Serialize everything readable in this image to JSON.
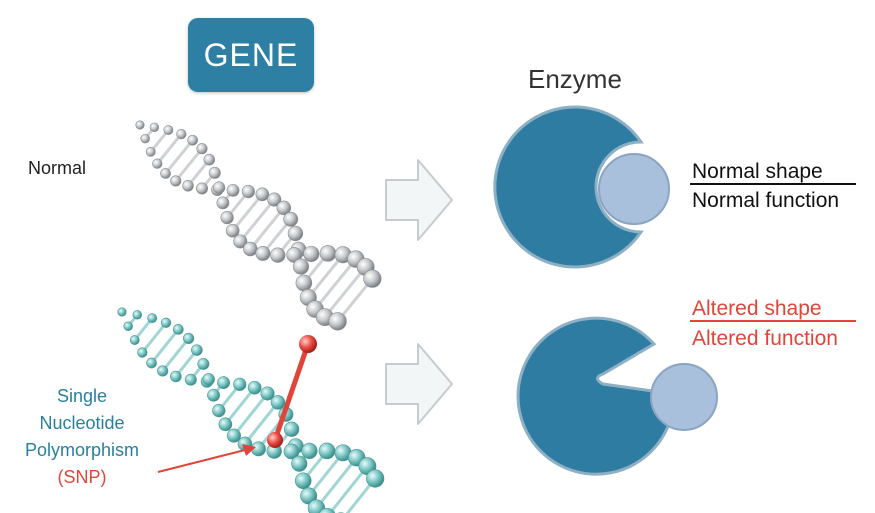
{
  "header": {
    "gene_label": "GENE",
    "enzyme_label": "Enzyme"
  },
  "rows": {
    "normal": {
      "label": "Normal",
      "shape_text": "Normal shape",
      "function_text": "Normal function"
    },
    "altered": {
      "snp_lines": [
        "Single",
        "Nucleotide",
        "Polymorphism"
      ],
      "snp_abbrev": "(SNP)",
      "shape_text": "Altered shape",
      "function_text": "Altered function"
    }
  },
  "colors": {
    "gene_box": "#2e7fa4",
    "enzyme": "#2f7ca3",
    "substrate": "#a9c0dc",
    "dna_normal": "#b4b8bc",
    "dna_snp": "#7cc6c4",
    "highlight": "#e0453a",
    "arrow": "#f2f6f7"
  },
  "icons": {
    "arrow": "block-arrow-right",
    "dna": "double-helix",
    "enzyme": "pacman-enzyme",
    "substrate": "circle-substrate"
  }
}
